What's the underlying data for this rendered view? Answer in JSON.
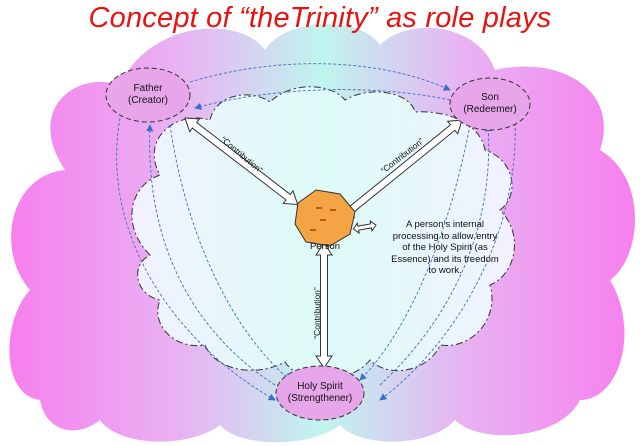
{
  "title": "Concept of “theTrinity” as role plays",
  "nodes": {
    "father": {
      "name": "Father",
      "role": "(Creator)"
    },
    "son": {
      "name": "Son",
      "role": "(Redeemer)"
    },
    "spirit": {
      "name": "Holy Spirit",
      "role": "(Strengthener)"
    },
    "person": {
      "name": "Person"
    }
  },
  "edge_labels": {
    "father_person": "“Contribution”",
    "son_person": "“Contribution”",
    "spirit_person": "“Contribution”"
  },
  "note": {
    "lines": [
      "A person’s internal",
      "processing to allow entry",
      "of the Holy Spirit (as",
      "Essence) and its freedom",
      "to work."
    ]
  },
  "colors": {
    "title": "#e8130f",
    "outer_cloud_pink": "#f48cf0",
    "outer_cloud_center": "#c6f7ee",
    "inner_cloud": "#e6fbf8",
    "node_fill": "#e7a6ea",
    "person_fill": "#f4a444",
    "arrow_fill": "#ffffff",
    "connector": "#3a6fc4"
  }
}
